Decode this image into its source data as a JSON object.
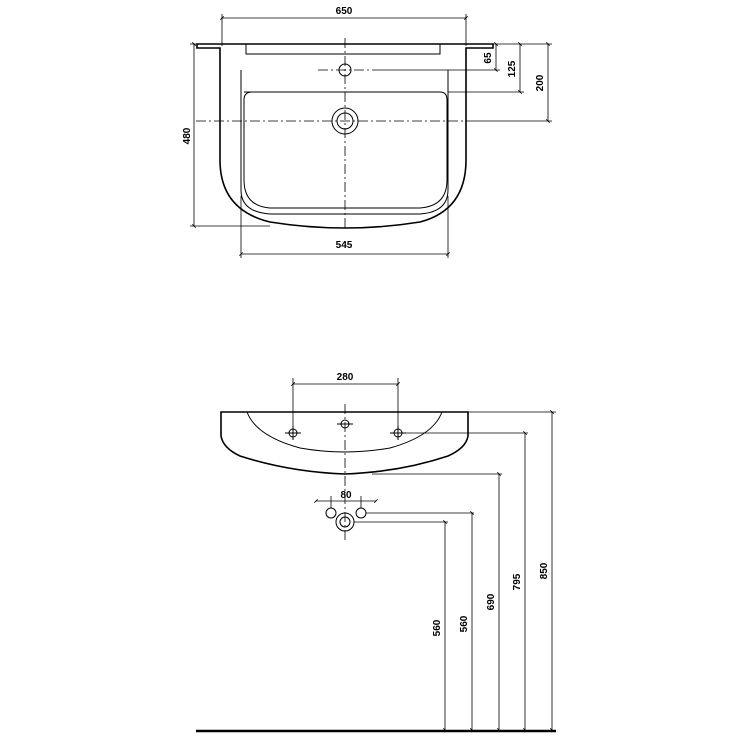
{
  "colors": {
    "line": "#000000",
    "background": "#ffffff"
  },
  "top_view": {
    "width_label": "650",
    "bowl_width_label": "545",
    "depth_label": "480",
    "tap_hole_offset_label": "65",
    "tap_hole_to_rim_label": "125",
    "drain_offset_label": "200"
  },
  "front_view": {
    "tap_hole_spacing_label": "280",
    "supply_spacing_label": "80",
    "supply_height_a_label": "560",
    "supply_height_b_label": "560",
    "drain_height_label": "690",
    "bowl_bottom_height_label": "795",
    "rim_height_label": "850"
  }
}
